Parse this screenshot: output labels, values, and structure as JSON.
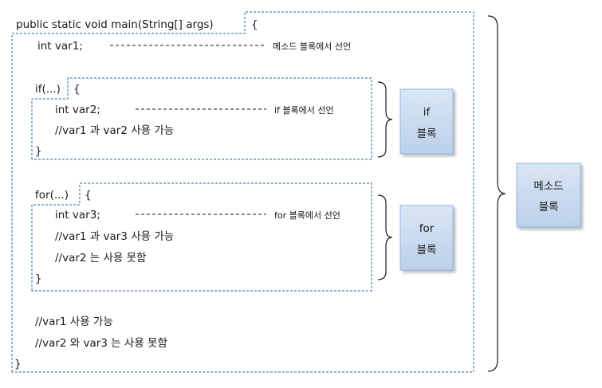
{
  "method": {
    "signature": "public static void main(String[] args)",
    "open_brace": "{",
    "close_brace": "}",
    "var1_decl": "int var1;",
    "var1_note": "메소드 블록에서 선언",
    "comment1": "//var1 사용 가능",
    "comment2": "//var2 와 var3 는 사용 못함",
    "label_line1": "메소드",
    "label_line2": "블록"
  },
  "if_block": {
    "header": "if(...)",
    "open_brace": "{",
    "close_brace": "}",
    "decl": "int var2;",
    "note": "if 블록에서 선언",
    "comment1": "//var1 과 var2 사용 가능",
    "label_line1": "if",
    "label_line2": "블록"
  },
  "for_block": {
    "header": "for(...)",
    "open_brace": "{",
    "close_brace": "}",
    "decl": "int var3;",
    "note": "for 블록에서 선언",
    "comment1": "//var1 과 var3 사용 가능",
    "comment2": "//var2 는 사용 못함",
    "label_line1": "for",
    "label_line2": "블록"
  },
  "colors": {
    "dashed_border": "#4f81bd",
    "label_box_fill": "#c6d9f1",
    "label_box_border": "#8eb4e3"
  }
}
